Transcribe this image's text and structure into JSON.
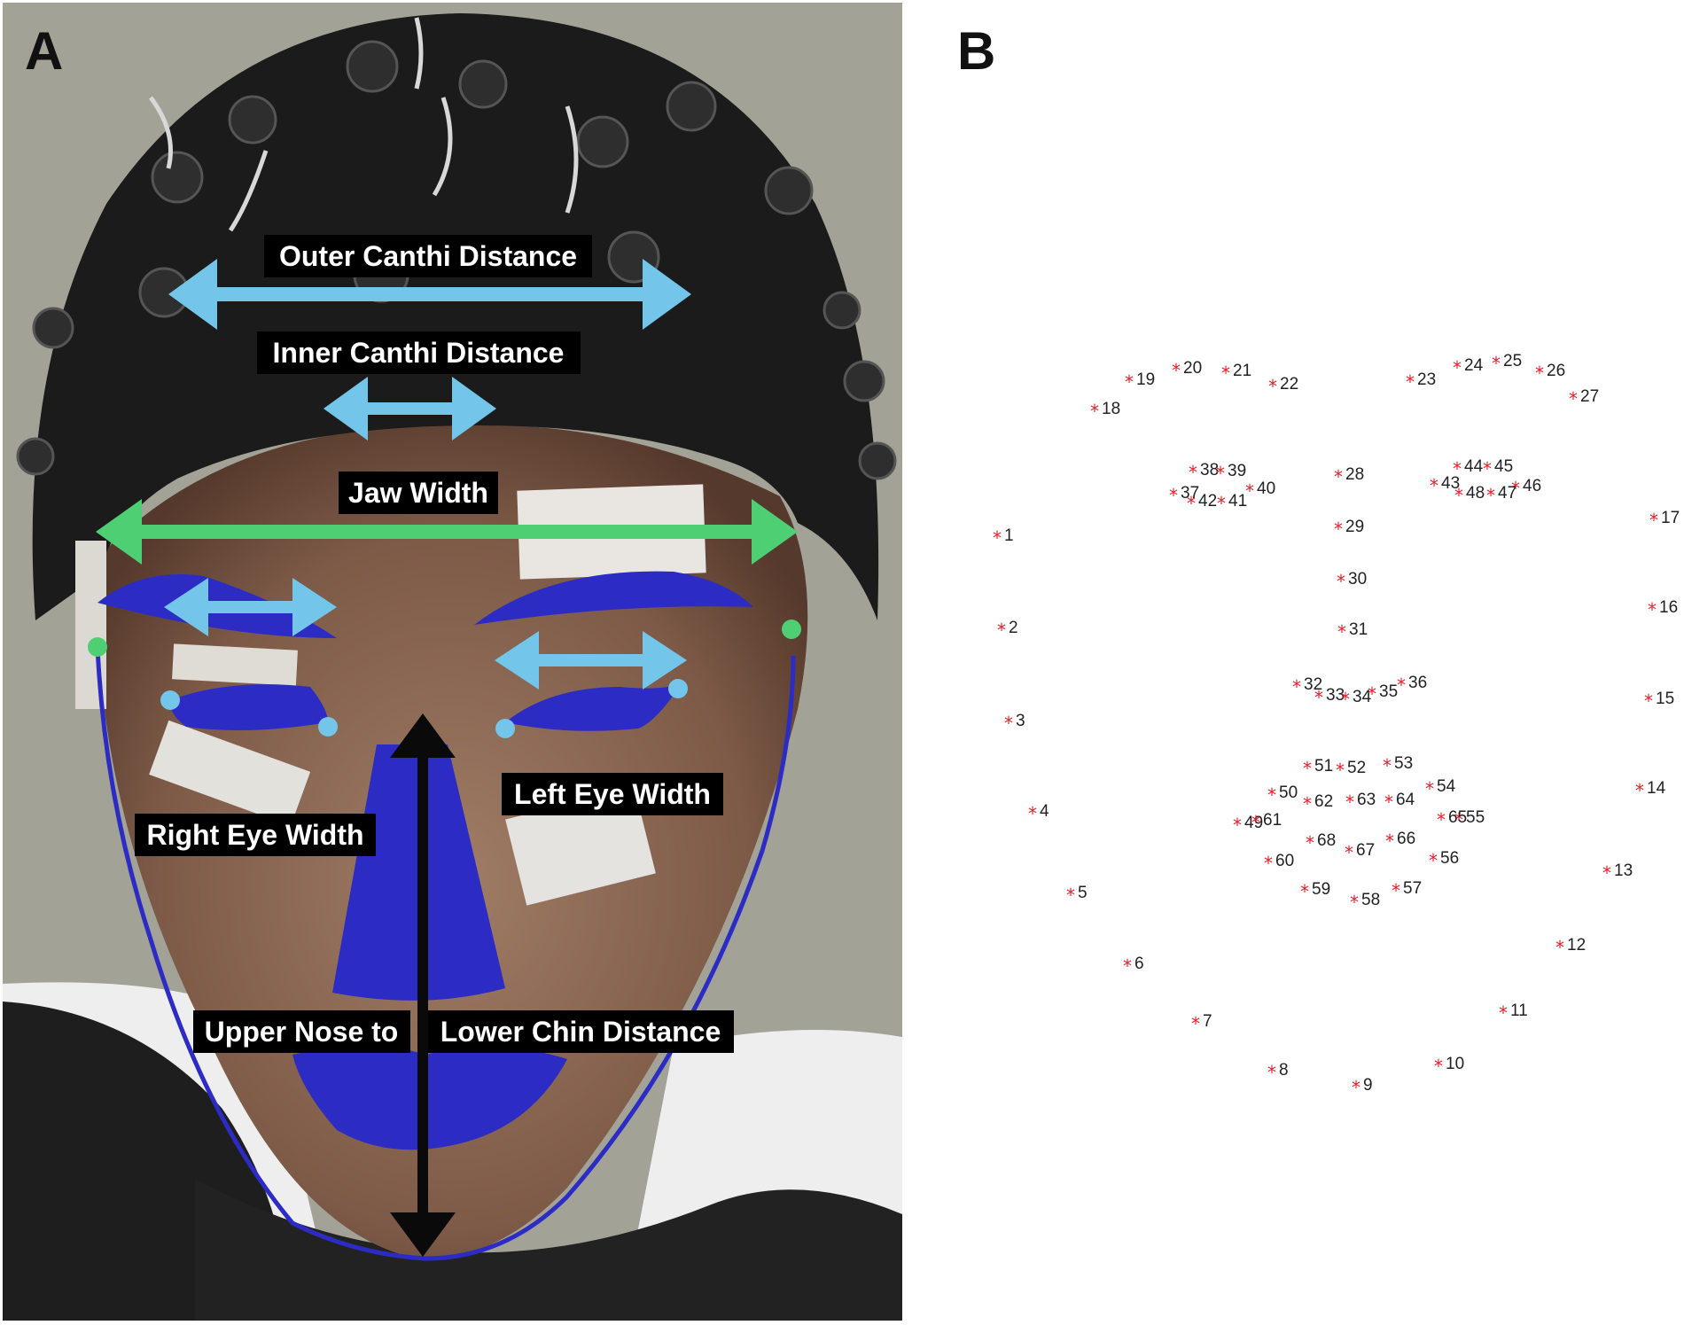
{
  "panel_a": {
    "letter": "A",
    "labels": {
      "outer_canthi": "Outer Canthi Distance",
      "inner_canthi": "Inner Canthi Distance",
      "jaw_width": "Jaw Width",
      "right_eye": "Right Eye Width",
      "left_eye": "Left Eye Width",
      "nose_part1": "Upper Nose to",
      "nose_part2": "Lower Chin Distance"
    },
    "colors": {
      "light_blue": "#73c6ea",
      "green": "#4fcf73",
      "overlay_blue": "#2c2cc4",
      "label_bg": "#000000"
    }
  },
  "panel_b": {
    "letter": "B",
    "landmark_count": 68,
    "star_color": "#e0202a"
  }
}
